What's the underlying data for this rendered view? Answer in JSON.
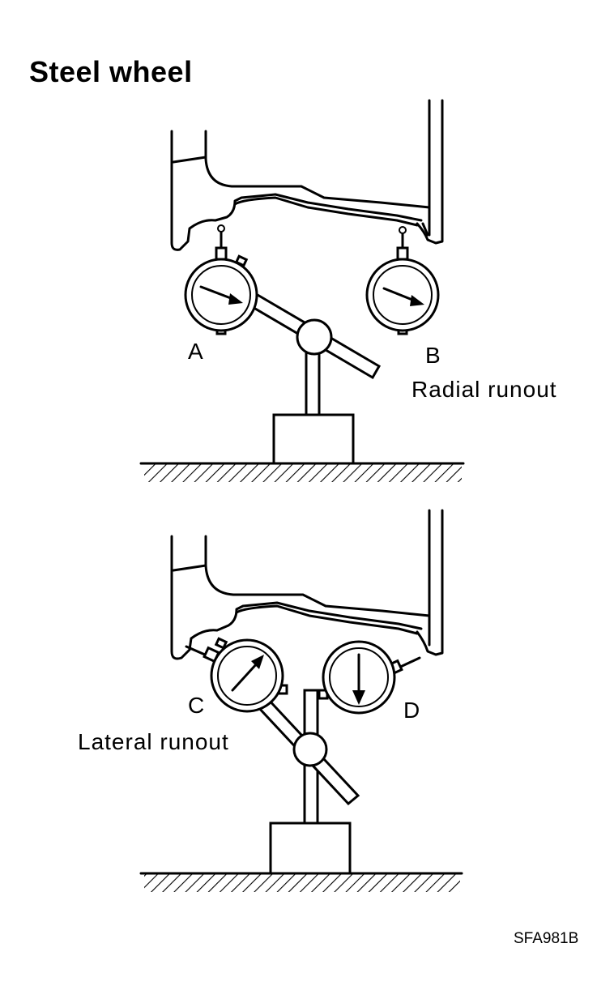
{
  "title": "Steel wheel",
  "labels": {
    "a": "A",
    "b": "B",
    "c": "C",
    "d": "D"
  },
  "captions": {
    "radial": "Radial runout",
    "lateral": "Lateral runout"
  },
  "figure_code": "SFA981B",
  "icons": [
    "dial-indicator-icon",
    "magnetic-stand-icon",
    "steel-wheel-rim-icon"
  ]
}
